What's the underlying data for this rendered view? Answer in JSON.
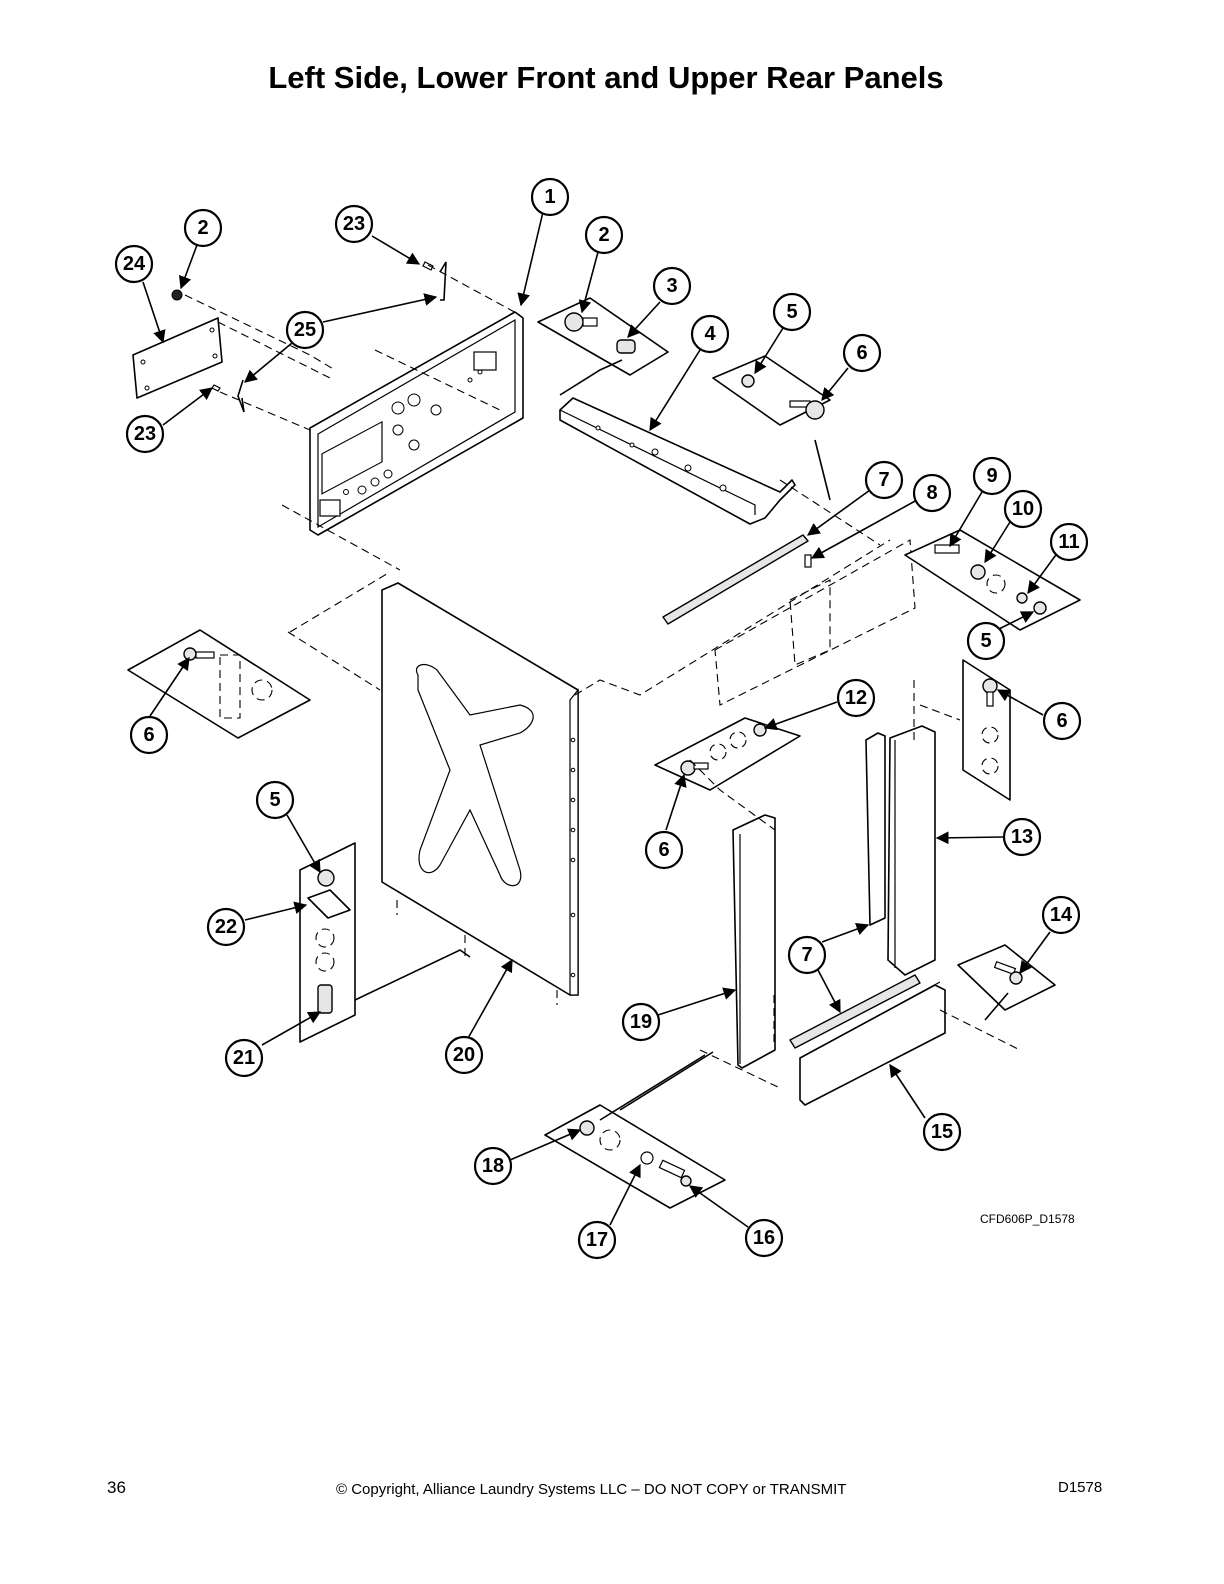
{
  "title": "Left Side, Lower Front and Upper Rear Panels",
  "drawing_code": "CFD606P_D1578",
  "footer": {
    "page_number": "36",
    "copyright": "© Copyright, Alliance Laundry Systems LLC – DO NOT COPY or TRANSMIT",
    "document_id": "D1578"
  },
  "callouts": [
    "1",
    "2",
    "2",
    "3",
    "4",
    "5",
    "6",
    "7",
    "8",
    "9",
    "10",
    "11",
    "5",
    "6",
    "6",
    "12",
    "6",
    "5",
    "22",
    "21",
    "20",
    "19",
    "7",
    "13",
    "14",
    "15",
    "18",
    "17",
    "16",
    "24",
    "25",
    "23",
    "23"
  ]
}
